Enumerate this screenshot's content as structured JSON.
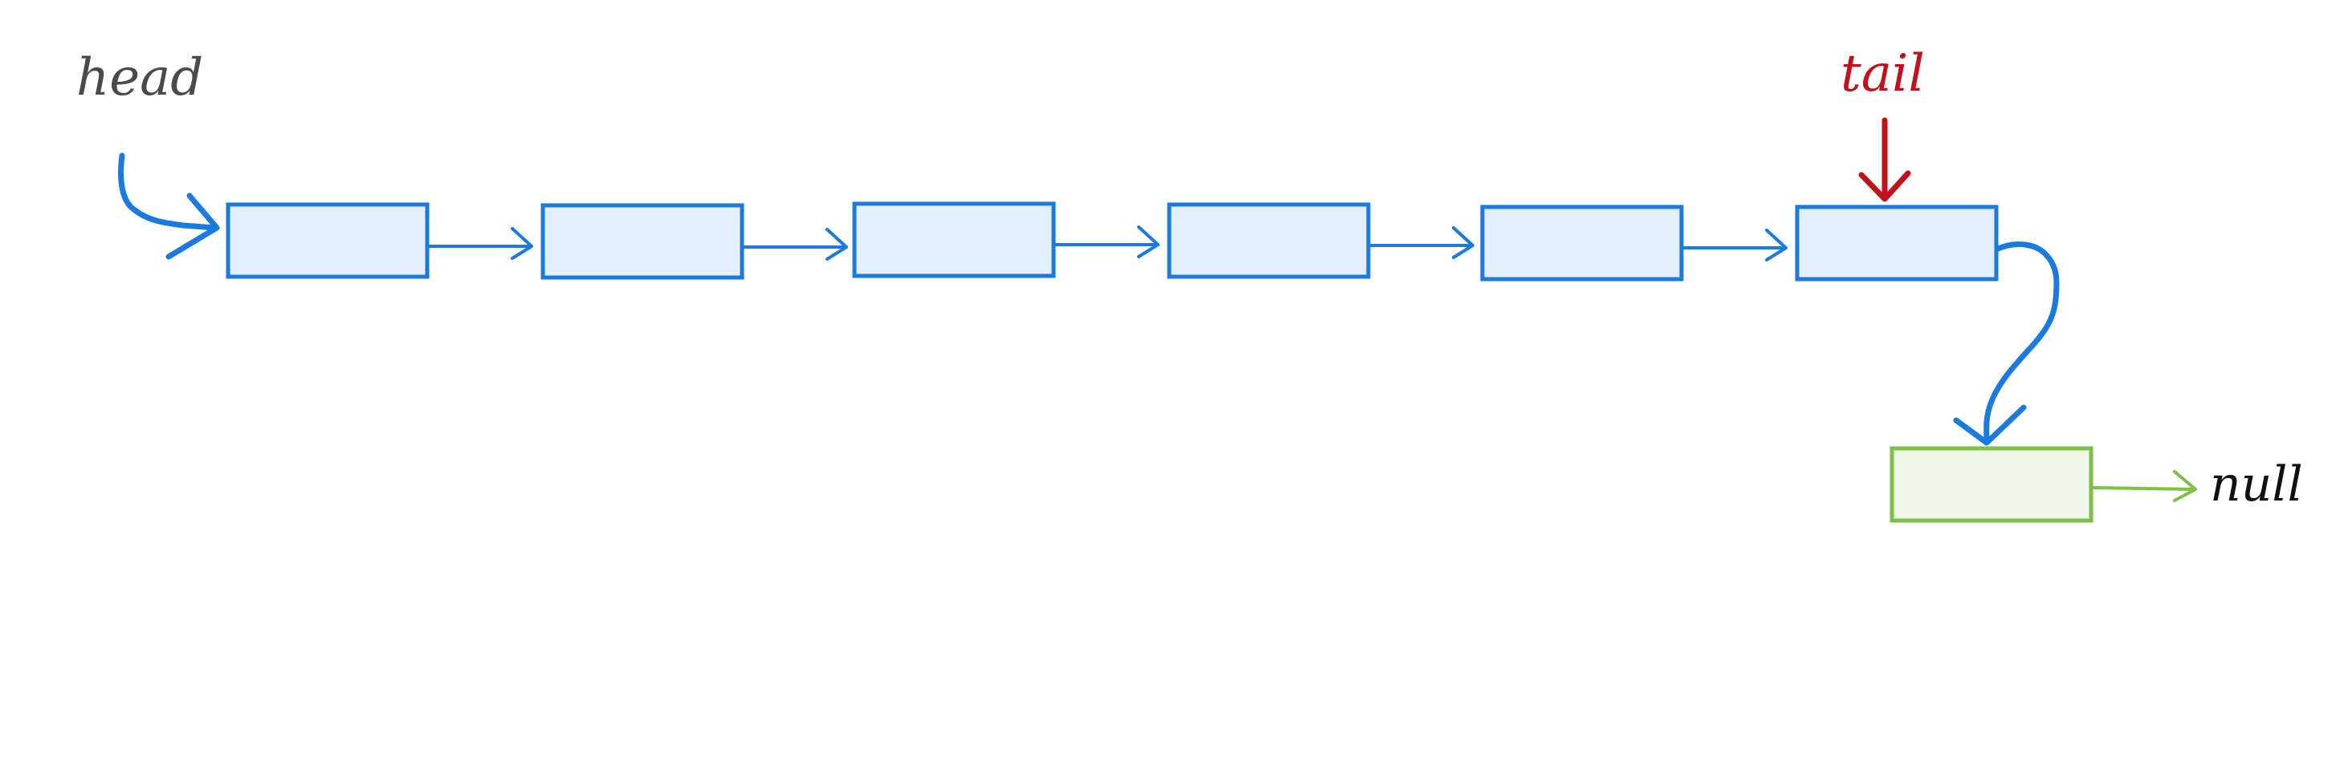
{
  "labels": {
    "head": "head",
    "tail": "tail",
    "null": "null"
  },
  "colors": {
    "node_stroke": "#1a7ae0",
    "node_fill": "#e3effd",
    "new_node_stroke": "#7dbf47",
    "new_node_fill": "#eff7e8",
    "head_label": "#4a4a4a",
    "tail_label": "#c0121a",
    "tail_arrow": "#c0121a",
    "null_label": "#111111",
    "pointer_arrow": "#1a7ae0",
    "null_arrow": "#7dbf47"
  },
  "list": {
    "node_count": 6,
    "nodes": [
      "",
      "",
      "",
      "",
      "",
      ""
    ],
    "new_node": ""
  }
}
